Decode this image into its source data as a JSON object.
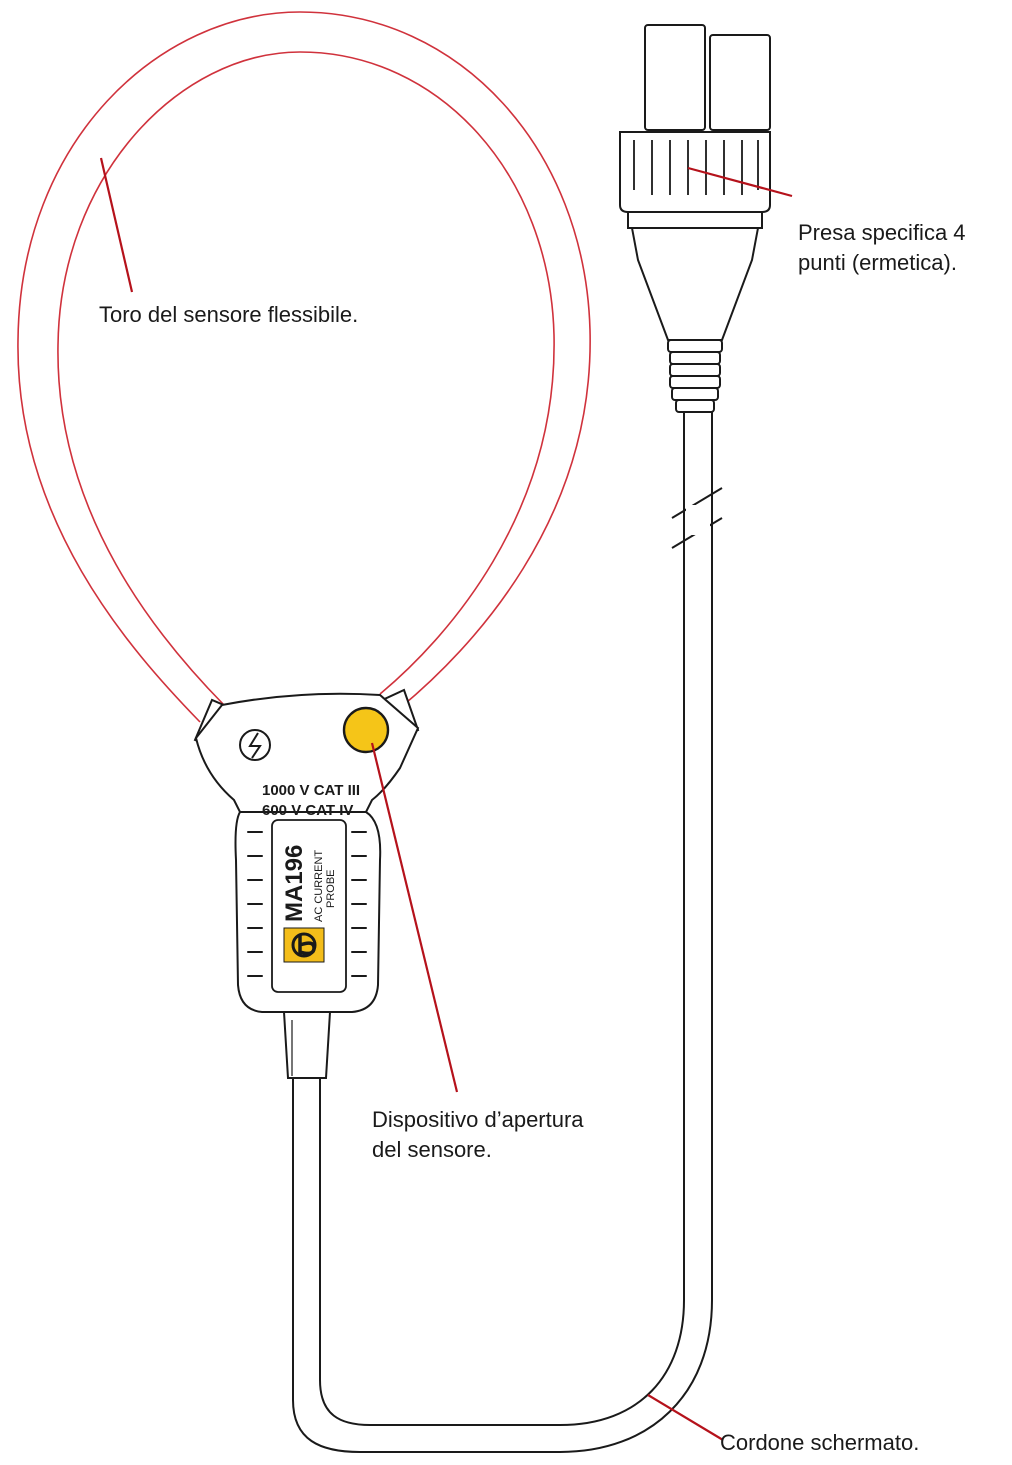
{
  "labels": {
    "torus": "Toro del sensore flessibile.",
    "socket_line1": "Presa specifica 4",
    "socket_line2": "punti (ermetica).",
    "opening_line1": "Dispositivo d’apertura",
    "opening_line2": "del sensore.",
    "cord": "Cordone schermato."
  },
  "probe": {
    "rating_1": "1000 V CAT III",
    "rating_2": "600 V CAT IV",
    "model": "MA196",
    "type_line1": "AC CURRENT",
    "type_line2": "PROBE"
  },
  "colors": {
    "torus_outline": "#d0323c",
    "leader_line": "#b5121b",
    "outline": "#1a1a1a",
    "button_fill": "#f5c518",
    "logo_fill": "#f3bd1a"
  }
}
